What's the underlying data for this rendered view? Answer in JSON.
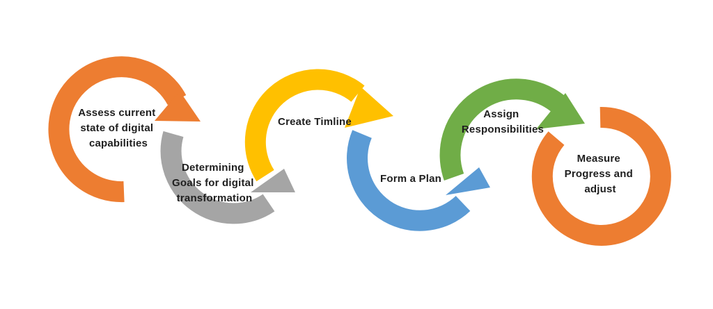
{
  "diagram": {
    "steps": [
      {
        "id": "assess",
        "label_lines": [
          "Assess current",
          "state of digital",
          "capabilities"
        ],
        "color": "#ED7D31"
      },
      {
        "id": "goals",
        "label_lines": [
          "Determining",
          "Goals for digital",
          "transformation"
        ],
        "color": "#A5A5A5"
      },
      {
        "id": "timeline",
        "label_lines": [
          "Create Timline"
        ],
        "color": "#FFC000"
      },
      {
        "id": "plan",
        "label_lines": [
          "Form a Plan"
        ],
        "color": "#5B9BD5"
      },
      {
        "id": "assign",
        "label_lines": [
          "Assign",
          "Responsibilities"
        ],
        "color": "#70AD47"
      },
      {
        "id": "measure",
        "label_lines": [
          "Measure",
          "Progress and",
          "adjust"
        ],
        "color": "#ED7D31"
      }
    ]
  }
}
